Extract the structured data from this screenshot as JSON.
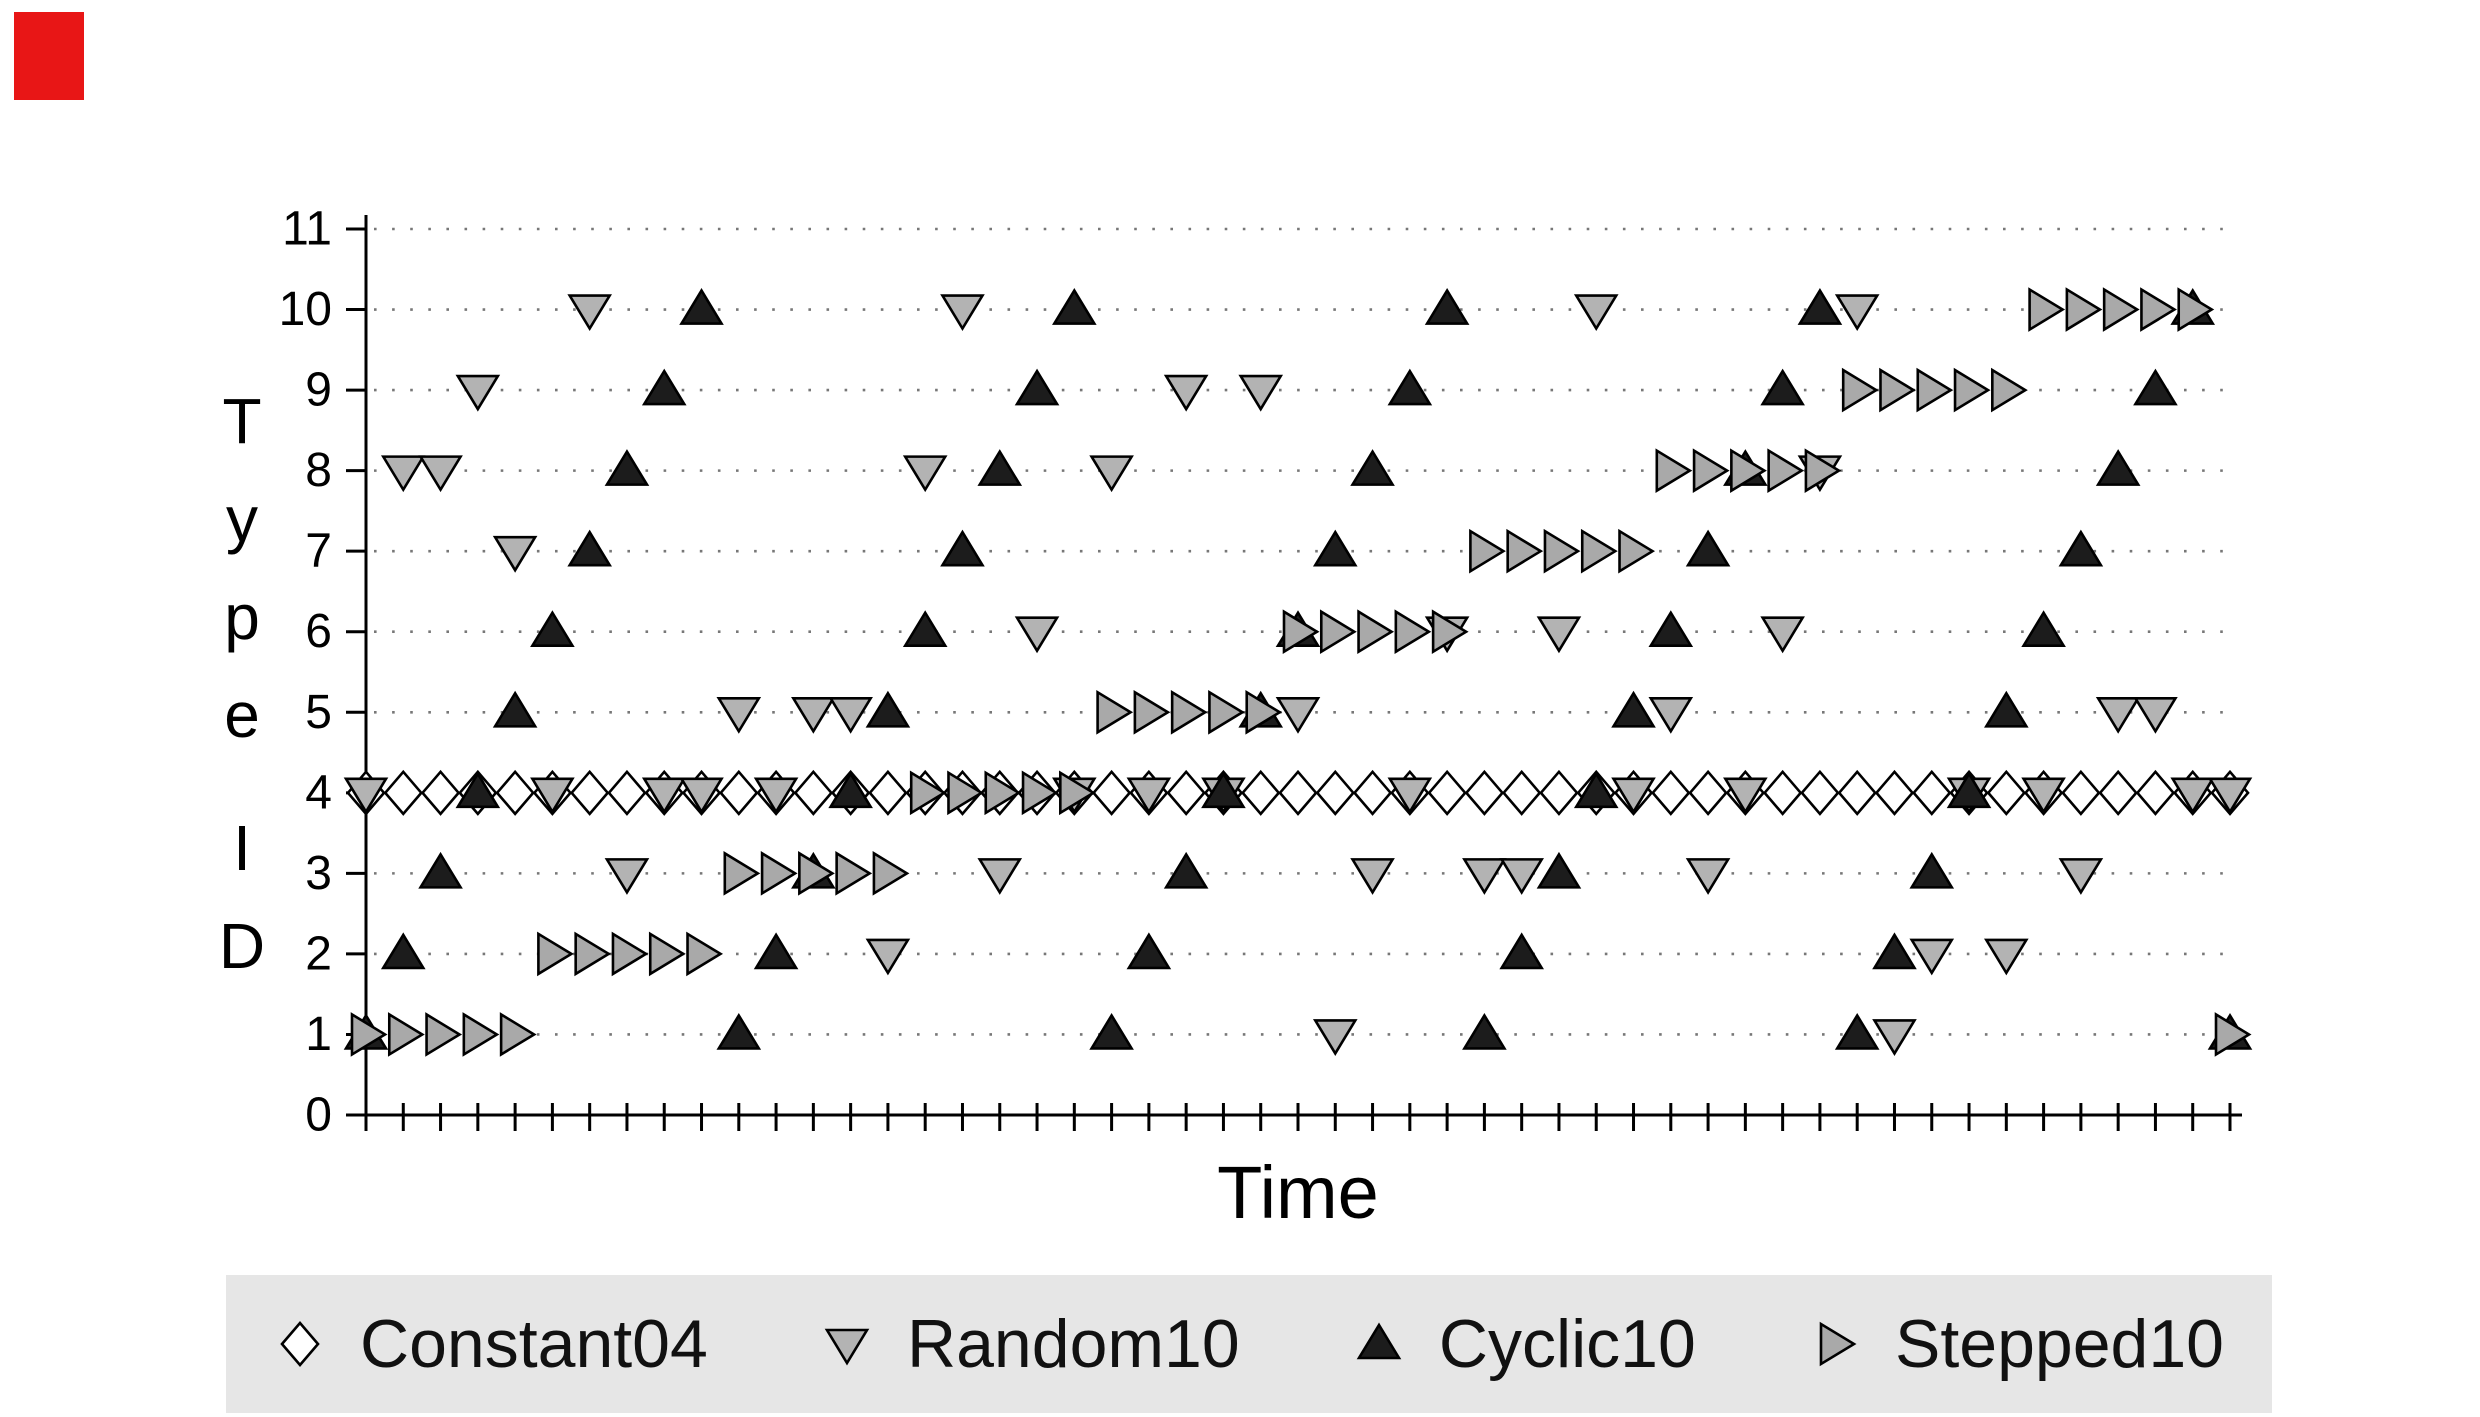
{
  "page": {
    "background": "#ffffff",
    "corner_marker_color": "#e81616"
  },
  "chart_data": {
    "type": "scatter",
    "title": "",
    "xlabel": "Time",
    "ylabel": "Type ID",
    "ylabel_lines": [
      "Type",
      "ID"
    ],
    "xlim": [
      0,
      50
    ],
    "ylim": [
      0,
      11
    ],
    "y_ticks": [
      0,
      1,
      2,
      3,
      4,
      5,
      6,
      7,
      8,
      9,
      10,
      11
    ],
    "x_ticks": {
      "start": 0,
      "end": 50,
      "step": 1,
      "labels_shown": false
    },
    "grid": "dotted-horizontal",
    "legend_position": "bottom",
    "colors": {
      "axis": "#000000",
      "grid": "#777777",
      "legend_bg": "#e6e6e6"
    },
    "x": [
      0,
      1,
      2,
      3,
      4,
      5,
      6,
      7,
      8,
      9,
      10,
      11,
      12,
      13,
      14,
      15,
      16,
      17,
      18,
      19,
      20,
      21,
      22,
      23,
      24,
      25,
      26,
      27,
      28,
      29,
      30,
      31,
      32,
      33,
      34,
      35,
      36,
      37,
      38,
      39,
      40,
      41,
      42,
      43,
      44,
      45,
      46,
      47,
      48,
      49,
      50
    ],
    "series": [
      {
        "name": "Constant04",
        "marker": "open-diamond",
        "color": "#ffffff",
        "stroke": "#000000",
        "values": [
          4,
          4,
          4,
          4,
          4,
          4,
          4,
          4,
          4,
          4,
          4,
          4,
          4,
          4,
          4,
          4,
          4,
          4,
          4,
          4,
          4,
          4,
          4,
          4,
          4,
          4,
          4,
          4,
          4,
          4,
          4,
          4,
          4,
          4,
          4,
          4,
          4,
          4,
          4,
          4,
          4,
          4,
          4,
          4,
          4,
          4,
          4,
          4,
          4,
          4,
          4
        ]
      },
      {
        "name": "Random10",
        "marker": "down-triangle",
        "color": "#b3b3b3",
        "stroke": "#000000",
        "values": [
          4,
          8,
          8,
          9,
          7,
          4,
          10,
          3,
          4,
          4,
          5,
          4,
          5,
          5,
          2,
          8,
          10,
          3,
          6,
          4,
          8,
          4,
          9,
          4,
          9,
          5,
          1,
          3,
          4,
          6,
          3,
          3,
          6,
          10,
          4,
          5,
          3,
          4,
          6,
          8,
          10,
          1,
          2,
          4,
          2,
          4,
          3,
          5,
          5,
          4,
          4
        ]
      },
      {
        "name": "Cyclic10",
        "marker": "up-triangle",
        "color": "#1c1c1c",
        "stroke": "#000000",
        "values": [
          1,
          2,
          3,
          4,
          5,
          6,
          7,
          8,
          9,
          10,
          1,
          2,
          3,
          4,
          5,
          6,
          7,
          8,
          9,
          10,
          1,
          2,
          3,
          4,
          5,
          6,
          7,
          8,
          9,
          10,
          1,
          2,
          3,
          4,
          5,
          6,
          7,
          8,
          9,
          10,
          1,
          2,
          3,
          4,
          5,
          6,
          7,
          8,
          9,
          10,
          1
        ]
      },
      {
        "name": "Stepped10",
        "marker": "right-triangle",
        "color": "#a9a9a9",
        "stroke": "#000000",
        "values": [
          1,
          1,
          1,
          1,
          1,
          2,
          2,
          2,
          2,
          2,
          3,
          3,
          3,
          3,
          3,
          4,
          4,
          4,
          4,
          4,
          5,
          5,
          5,
          5,
          5,
          6,
          6,
          6,
          6,
          6,
          7,
          7,
          7,
          7,
          7,
          8,
          8,
          8,
          8,
          8,
          9,
          9,
          9,
          9,
          9,
          10,
          10,
          10,
          10,
          10,
          1
        ]
      }
    ]
  }
}
